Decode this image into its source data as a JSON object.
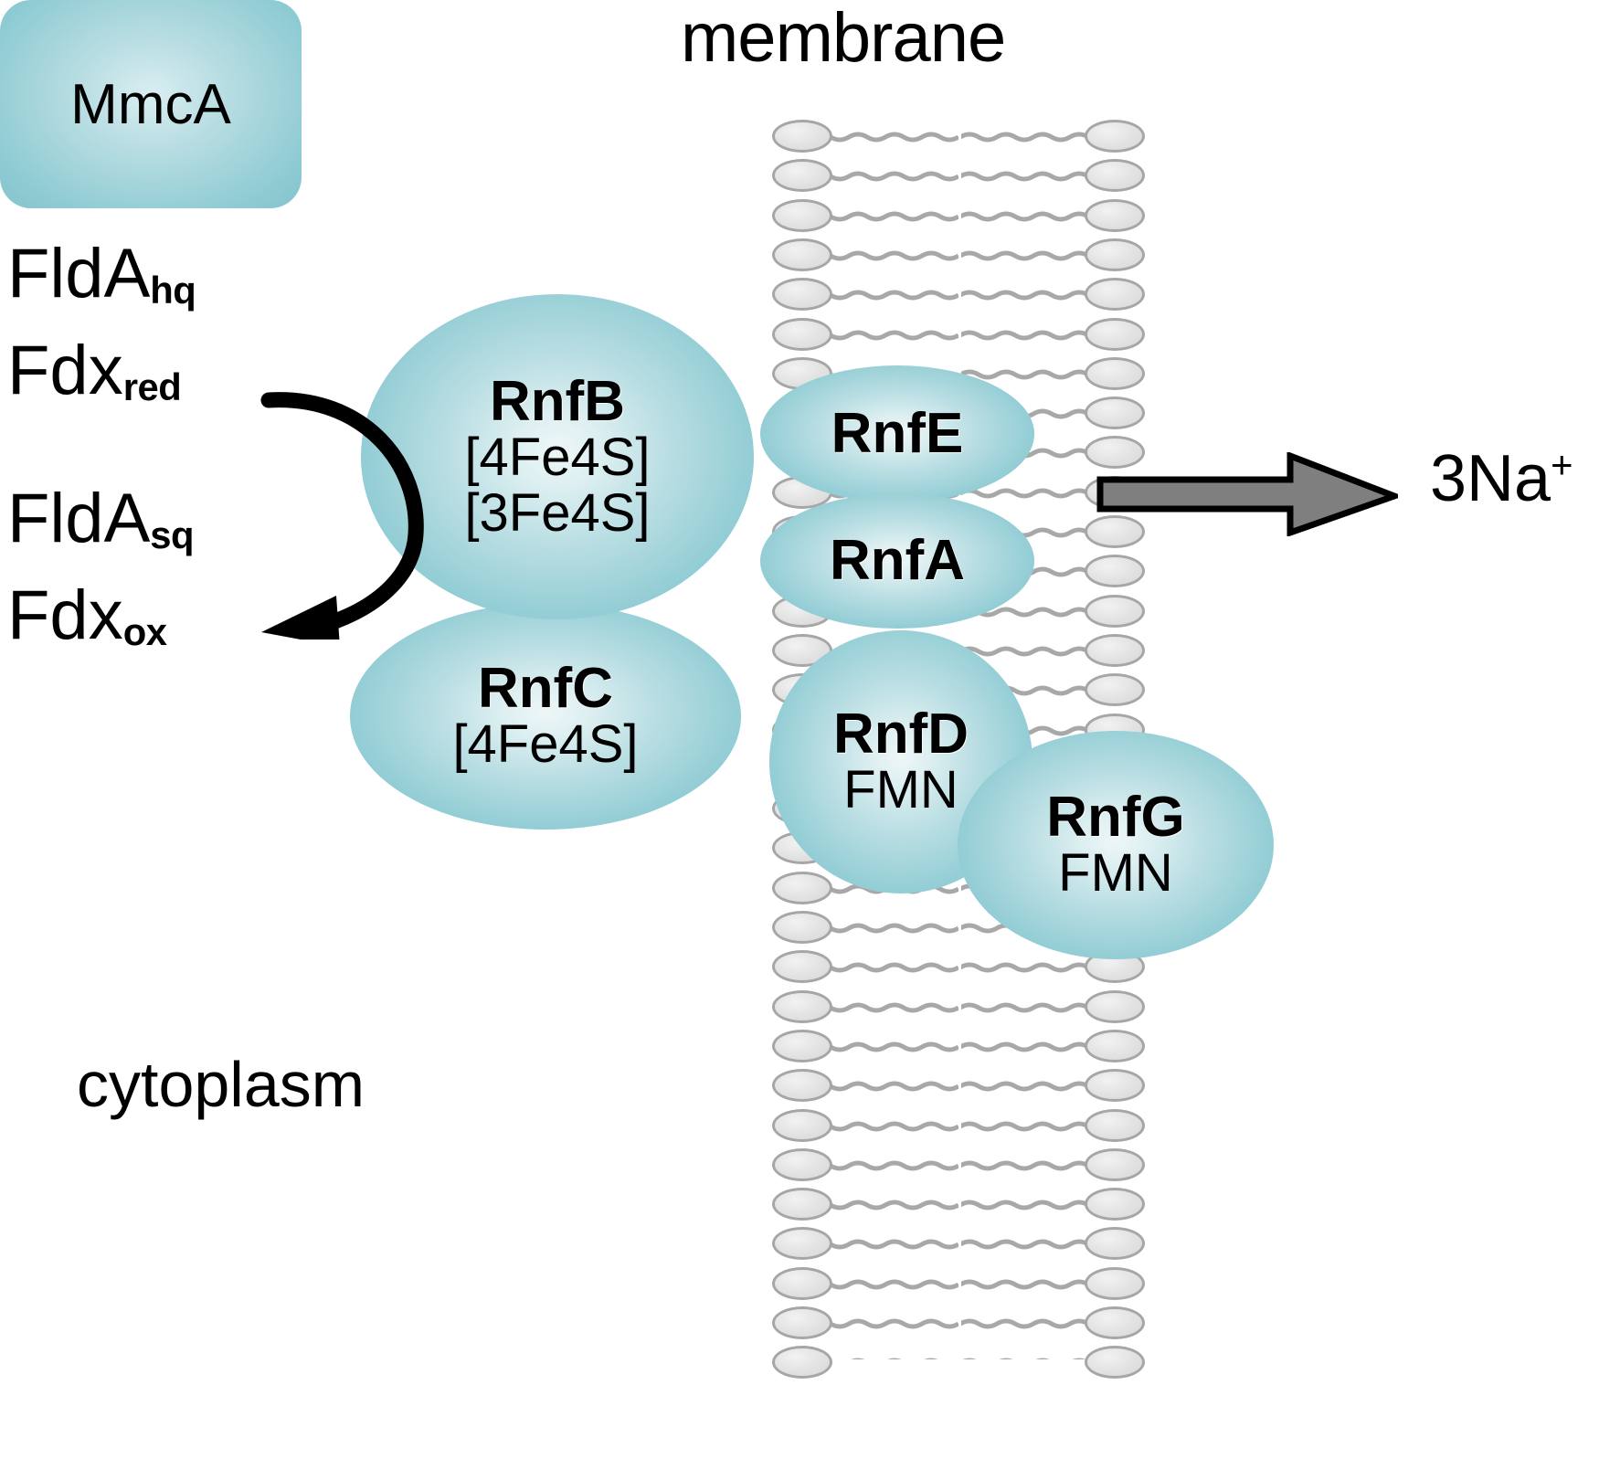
{
  "diagram": {
    "title_label": "membrane",
    "compartment_label": "cytoplasm",
    "ion_label": "3Na",
    "ion_charge": "+"
  },
  "electron_donors": [
    {
      "name": "FldA",
      "state": "hq"
    },
    {
      "name": "Fdx",
      "state": "red"
    },
    {
      "name": "FldA",
      "state": "sq"
    },
    {
      "name": "Fdx",
      "state": "ox"
    }
  ],
  "subunits": [
    {
      "id": "rnfB",
      "label": "RnfB",
      "cofactor1": "[4Fe4S]",
      "cofactor2": "[3Fe4S]"
    },
    {
      "id": "rnfC",
      "label": "RnfC",
      "cofactor1": "[4Fe4S]",
      "cofactor2": ""
    },
    {
      "id": "rnfE",
      "label": "RnfE",
      "cofactor1": "",
      "cofactor2": ""
    },
    {
      "id": "rnfA",
      "label": "RnfA",
      "cofactor1": "",
      "cofactor2": ""
    },
    {
      "id": "rnfD",
      "label": "RnfD",
      "cofactor1": "FMN",
      "cofactor2": ""
    },
    {
      "id": "rnfG",
      "label": "RnfG",
      "cofactor1": "FMN",
      "cofactor2": ""
    },
    {
      "id": "mmcA",
      "label": "MmcA",
      "cofactor1": "",
      "cofactor2": ""
    }
  ],
  "colors": {
    "protein_fill": "#91ccd4",
    "protein_highlight": "#eef6f7",
    "lipid_head": "#e2e2e2",
    "lipid_head_border": "#a6a6a6",
    "lipid_tail": "#a8a8a8",
    "ion_arrow_fill": "#7f7f7f",
    "ion_arrow_stroke": "#000000",
    "electron_arrow": "#000000",
    "background": "#ffffff",
    "text": "#000000"
  }
}
